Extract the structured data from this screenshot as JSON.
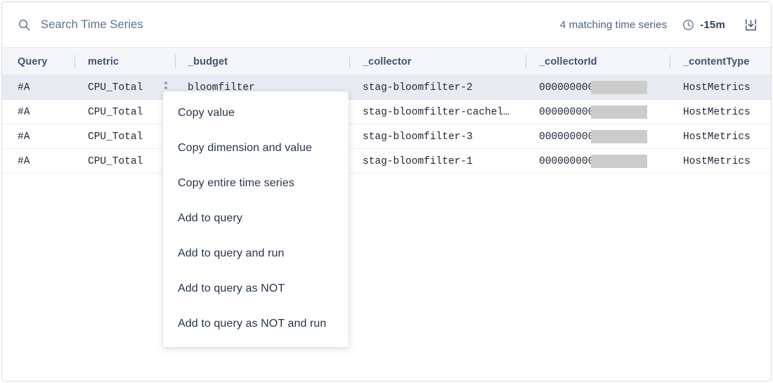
{
  "search": {
    "placeholder": "Search Time Series",
    "value": "",
    "icon": "search-icon"
  },
  "header": {
    "match_count_label": "4 matching time series",
    "time_range_label": "-15m",
    "clock_icon": "clock-icon",
    "download_icon": "download-icon"
  },
  "table": {
    "columns": [
      {
        "key": "query",
        "label": "Query"
      },
      {
        "key": "metric",
        "label": "metric"
      },
      {
        "key": "budget",
        "label": "_budget"
      },
      {
        "key": "collector",
        "label": "_collector"
      },
      {
        "key": "collectorId",
        "label": "_collectorId"
      },
      {
        "key": "contentType",
        "label": "_contentType"
      }
    ],
    "rows": [
      {
        "query": "#A",
        "metric": "CPU_Total",
        "budget": "bloomfilter",
        "collector": "stag-bloomfilter-2",
        "collectorId": "000000000",
        "collectorId_redacted": true,
        "contentType": "HostMetrics",
        "selected": true
      },
      {
        "query": "#A",
        "metric": "CPU_Total",
        "budget": "",
        "collector": "stag-bloomfilter-cachel…",
        "collectorId": "000000000",
        "collectorId_redacted": true,
        "contentType": "HostMetrics",
        "selected": false
      },
      {
        "query": "#A",
        "metric": "CPU_Total",
        "budget": "",
        "collector": "stag-bloomfilter-3",
        "collectorId": "000000000",
        "collectorId_redacted": true,
        "contentType": "HostMetrics",
        "selected": false
      },
      {
        "query": "#A",
        "metric": "CPU_Total",
        "budget": "",
        "collector": "stag-bloomfilter-1",
        "collectorId": "000000000",
        "collectorId_redacted": true,
        "contentType": "HostMetrics",
        "selected": false
      }
    ]
  },
  "context_menu": {
    "items": [
      {
        "label": "Copy value"
      },
      {
        "label": "Copy dimension and value"
      },
      {
        "label": "Copy entire time series"
      },
      {
        "label": "Add to query"
      },
      {
        "label": "Add to query and run"
      },
      {
        "label": "Add to query as NOT"
      },
      {
        "label": "Add to query as NOT and run"
      }
    ]
  },
  "colors": {
    "header_bg": "#f4f6fa",
    "selected_row": "#e8ecf2",
    "text_primary": "#1f2733",
    "text_header": "#3e5272",
    "accent_muted": "#4e6180",
    "redaction": "#cccccc",
    "border": "#d8dde4"
  }
}
